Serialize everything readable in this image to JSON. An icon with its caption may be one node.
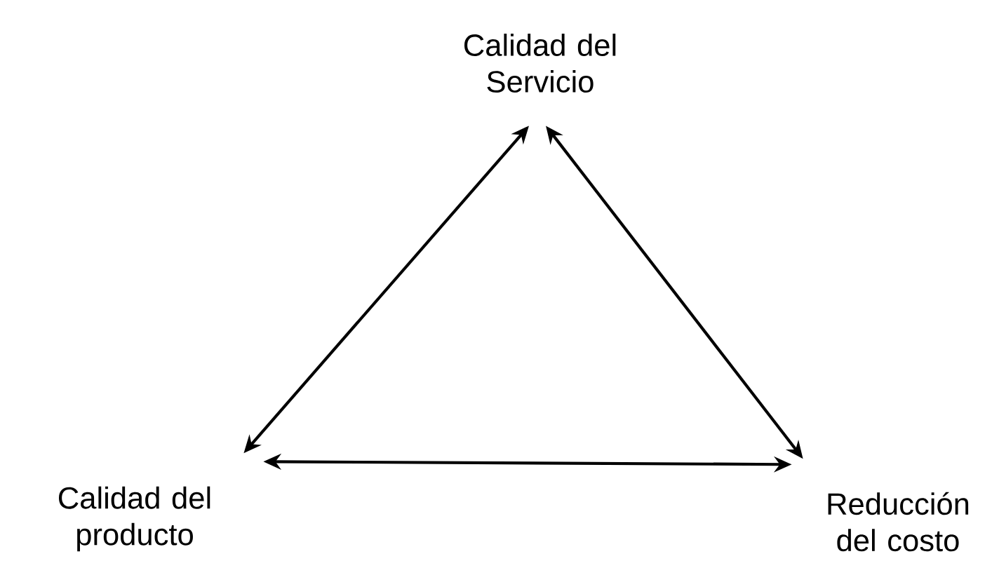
{
  "diagram": {
    "nodes": [
      {
        "text": [
          "Calidad del Servicio"
        ]
      },
      {
        "text": [
          "Calidad del producto"
        ]
      },
      {
        "text": [
          "Reducción del costo"
        ]
      }
    ],
    "edges": [
      {
        "from": 0,
        "to": 1,
        "arrow": "both"
      },
      {
        "from": 0,
        "to": 2,
        "arrow": "both"
      },
      {
        "from": 1,
        "to": 2,
        "arrow": "both"
      }
    ]
  }
}
